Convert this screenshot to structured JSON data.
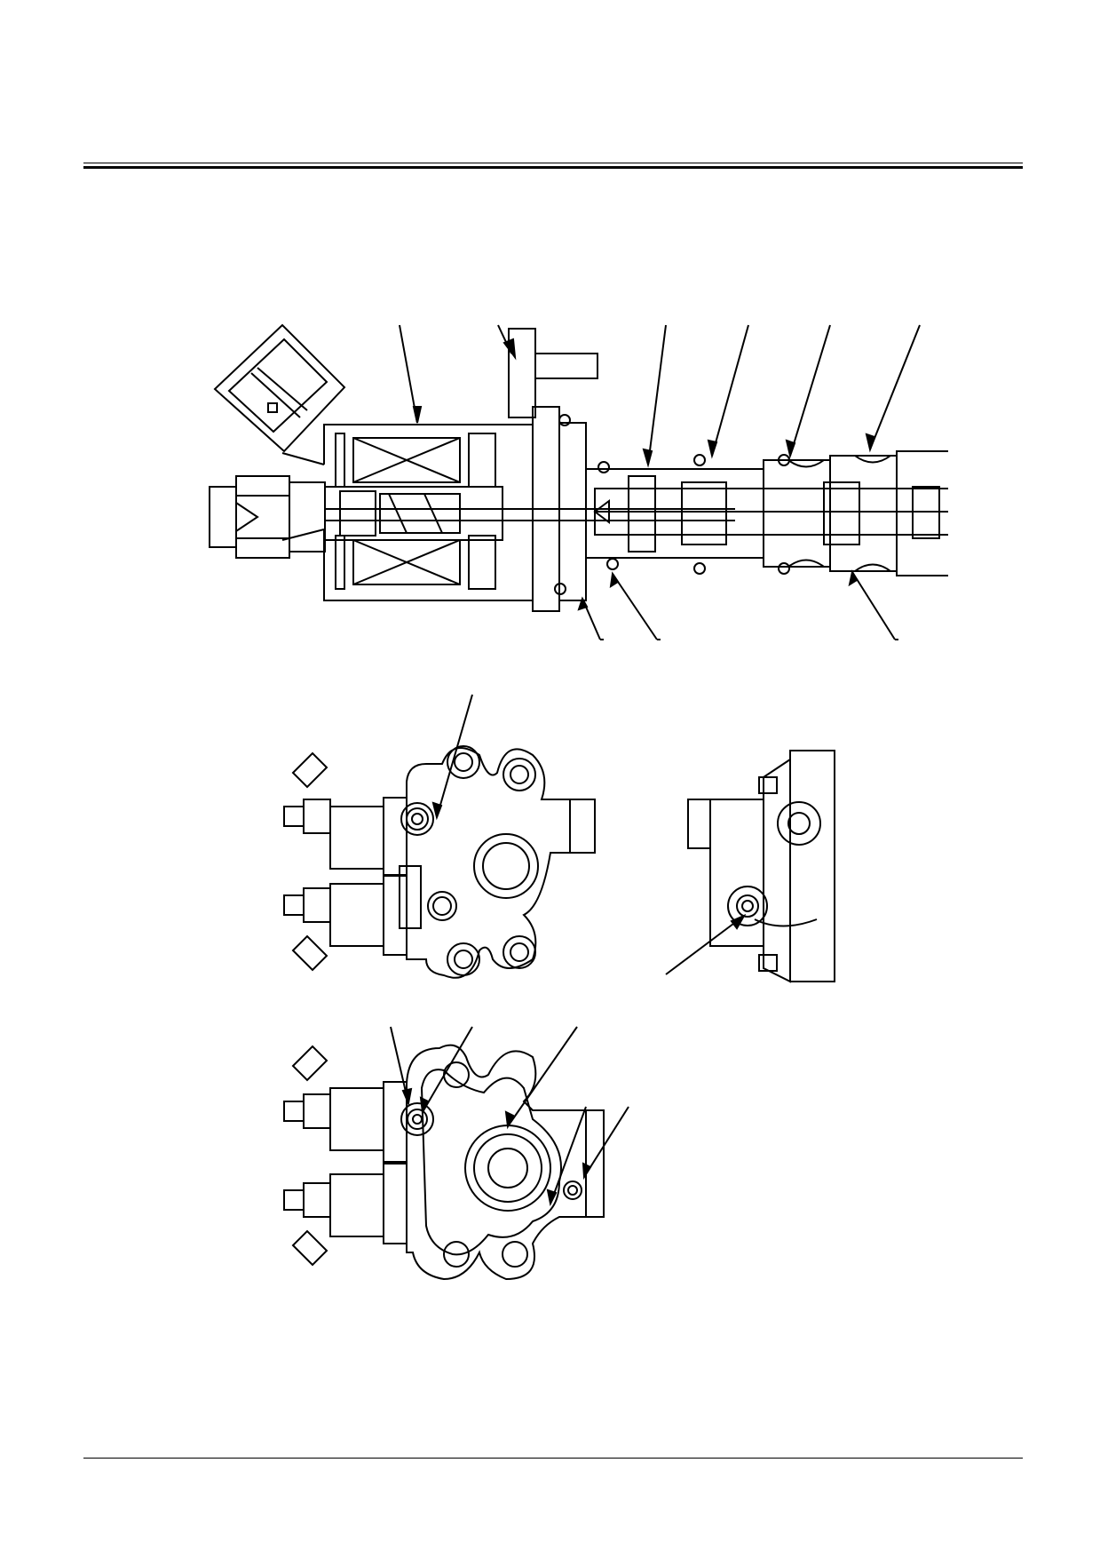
{
  "page": {
    "header_rule_thin": "",
    "header_rule_thick": "",
    "footer_rule": ""
  },
  "figures": [
    {
      "name": "solenoid-valve-cross-section"
    },
    {
      "name": "valve-block-front-view"
    },
    {
      "name": "valve-block-side-view"
    },
    {
      "name": "valve-block-rear-view"
    }
  ],
  "colors": {
    "ink": "#000000",
    "paper": "#ffffff"
  }
}
